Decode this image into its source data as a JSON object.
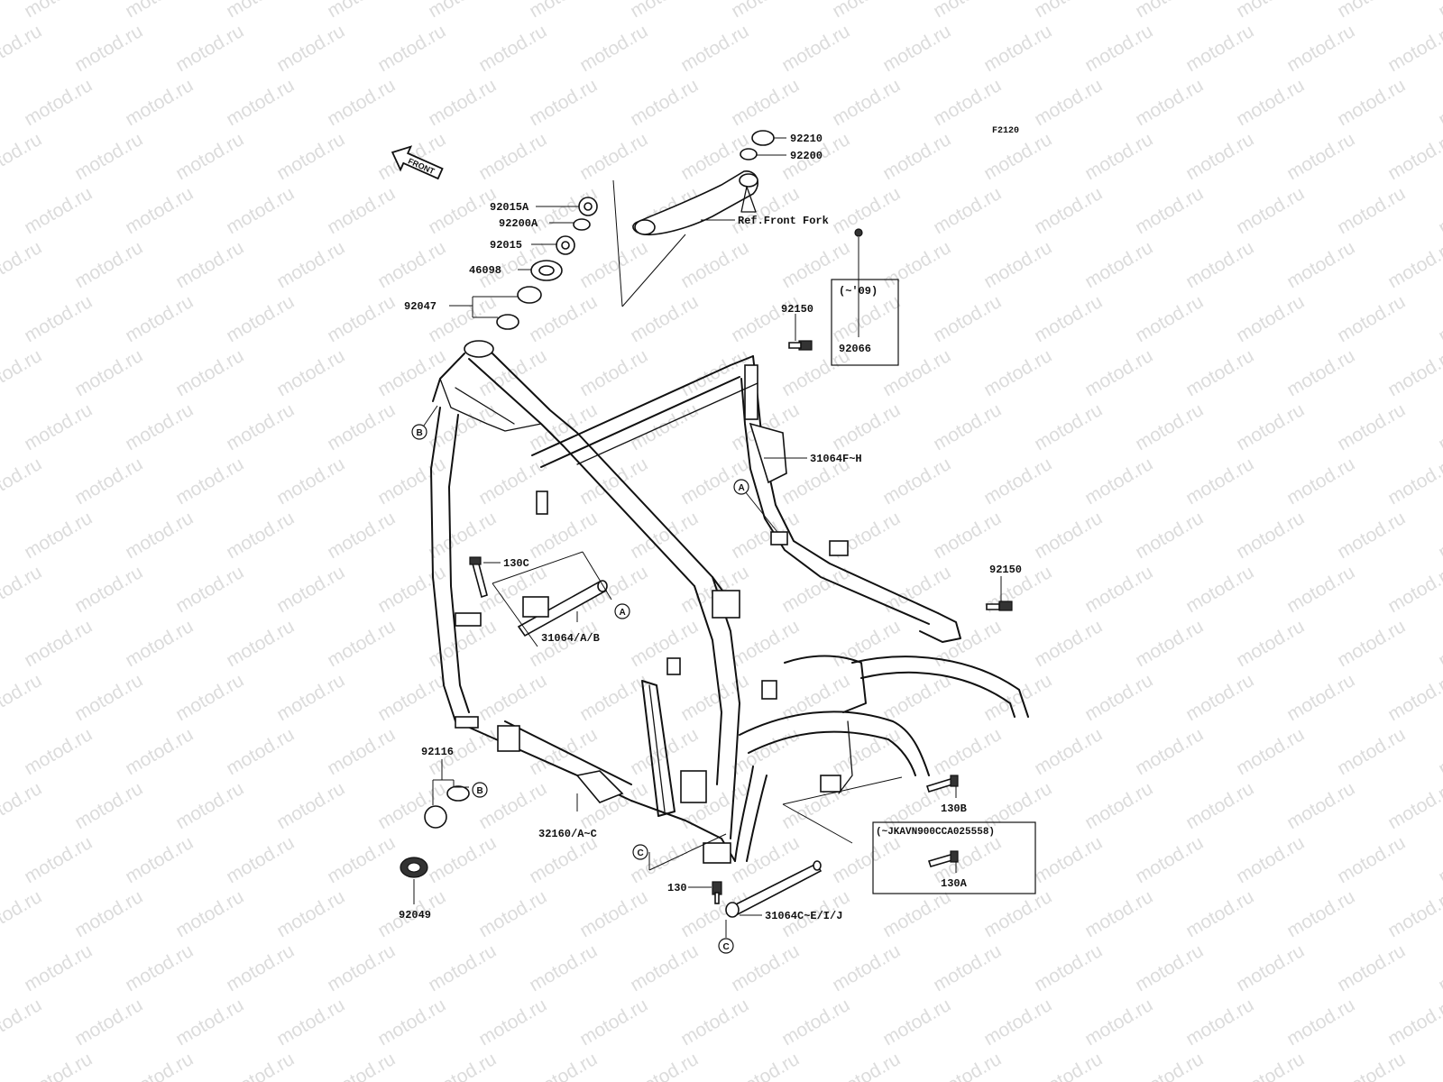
{
  "figure_code": "F2120",
  "watermark_text": "motod.ru",
  "front_arrow": {
    "label": "FRONT",
    "icon": "front-arrow-icon"
  },
  "ref_front_fork": "Ref.Front Fork",
  "box_small_label": "(~'09)",
  "box_large_label": "(~JKAVN900CCA025558)",
  "parts": [
    {
      "id": "92210",
      "label": "92210"
    },
    {
      "id": "92200",
      "label": "92200"
    },
    {
      "id": "92015A",
      "label": "92015A"
    },
    {
      "id": "92200A",
      "label": "92200A"
    },
    {
      "id": "92015",
      "label": "92015"
    },
    {
      "id": "46098",
      "label": "46098"
    },
    {
      "id": "92047",
      "label": "92047"
    },
    {
      "id": "92150-top",
      "label": "92150"
    },
    {
      "id": "92066",
      "label": "92066"
    },
    {
      "id": "31064FH",
      "label": "31064F~H"
    },
    {
      "id": "92150-right",
      "label": "92150"
    },
    {
      "id": "130C",
      "label": "130C"
    },
    {
      "id": "31064AB",
      "label": "31064/A/B"
    },
    {
      "id": "92116",
      "label": "92116"
    },
    {
      "id": "92049",
      "label": "92049"
    },
    {
      "id": "32160AC",
      "label": "32160/A~C"
    },
    {
      "id": "130B",
      "label": "130B"
    },
    {
      "id": "130A",
      "label": "130A"
    },
    {
      "id": "130",
      "label": "130"
    },
    {
      "id": "31064CEIJ",
      "label": "31064C~E/I/J"
    }
  ],
  "callouts": {
    "a": "A",
    "b": "B",
    "c": "C"
  }
}
